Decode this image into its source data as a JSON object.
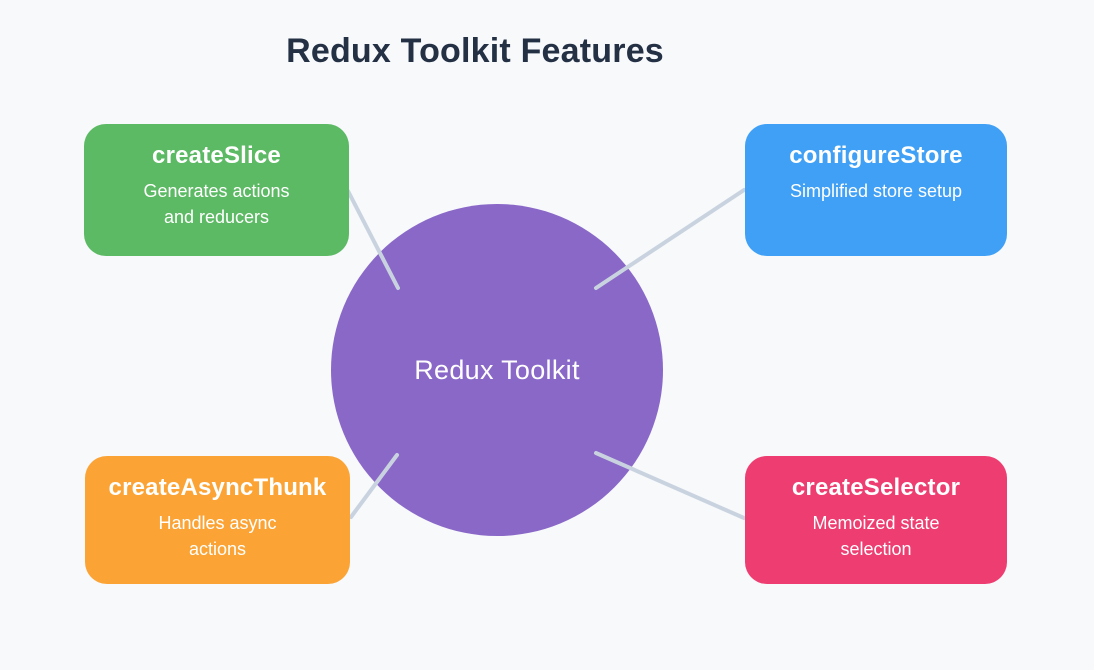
{
  "page": {
    "title": "Redux Toolkit Features",
    "background_color": "#f7f9fb",
    "title_color": "#243044"
  },
  "diagram": {
    "center": {
      "label": "Redux Toolkit",
      "fill_color": "#8a68c8",
      "text_color": "#ffffff"
    },
    "connector_color": "#c9d3e0",
    "nodes": [
      {
        "title": "createSlice",
        "description": "Generates actions and reducers",
        "fill_color": "#5cb964",
        "text_color": "#ffffff",
        "position": "top-left",
        "connects_to": "center"
      },
      {
        "title": "configureStore",
        "description": "Simplified store setup",
        "fill_color": "#3fa0f5",
        "text_color": "#ffffff",
        "position": "top-right",
        "connects_to": "center"
      },
      {
        "title": "createAsyncThunk",
        "description": "Handles async actions",
        "fill_color": "#fba435",
        "text_color": "#ffffff",
        "position": "bottom-left",
        "connects_to": "center"
      },
      {
        "title": "createSelector",
        "description": "Memoized state selection",
        "fill_color": "#ee3d70",
        "text_color": "#ffffff",
        "position": "bottom-right",
        "connects_to": "center"
      }
    ]
  }
}
